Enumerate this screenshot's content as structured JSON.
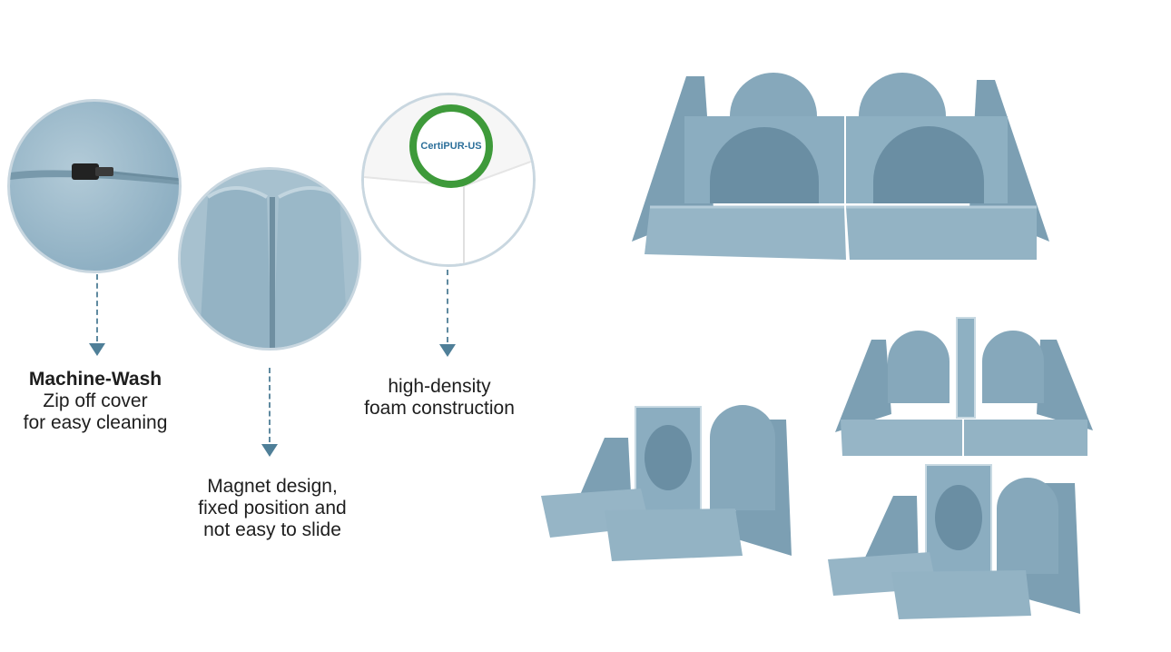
{
  "features": {
    "wash": {
      "title": "Machine-Wash",
      "line1": "Zip off cover",
      "line2": "for easy cleaning",
      "icon": "zipper-icon"
    },
    "magnet": {
      "line1": "Magnet design,",
      "line2": "fixed position and",
      "line3": "not easy to slide",
      "icon": "magnet-icon"
    },
    "foam": {
      "line1": "high-density",
      "line2": "foam construction",
      "badge": "CertiPUR-US",
      "icon": "certipur-badge-icon"
    }
  },
  "colors": {
    "fabric": "#8fb0c3",
    "fabric_dark": "#6f93a8",
    "fabric_light": "#a9c3d1",
    "arrow": "#4f7f98",
    "badge_green": "#3e9a3a"
  }
}
